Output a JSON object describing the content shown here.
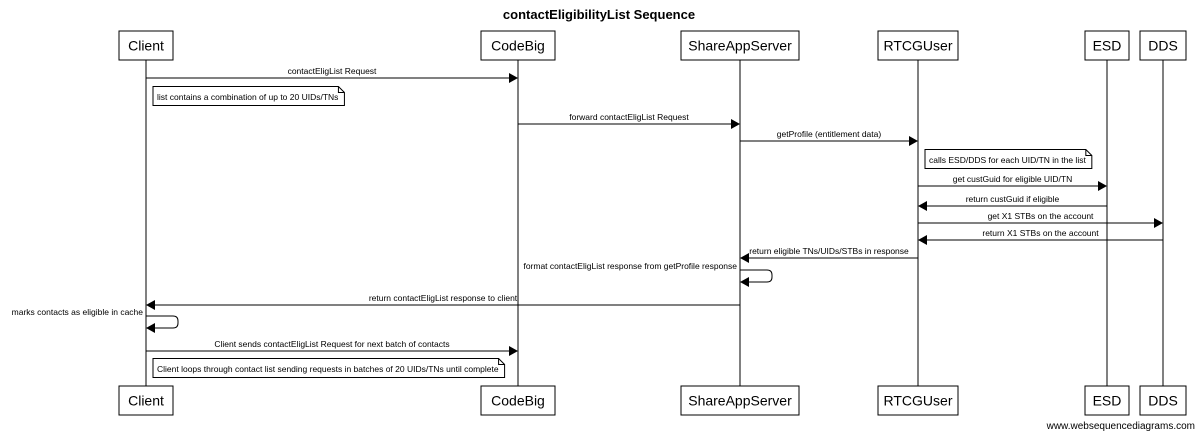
{
  "title": "contactEligibilityList Sequence",
  "actors": [
    {
      "id": "client",
      "label": "Client"
    },
    {
      "id": "codebig",
      "label": "CodeBig"
    },
    {
      "id": "shareapp",
      "label": "ShareAppServer"
    },
    {
      "id": "rtcg",
      "label": "RTCGUser"
    },
    {
      "id": "esd",
      "label": "ESD"
    },
    {
      "id": "dds",
      "label": "DDS"
    }
  ],
  "steps": [
    {
      "type": "message",
      "from": "client",
      "to": "codebig",
      "label": "contactEligList Request"
    },
    {
      "type": "note",
      "over": "client",
      "label": "list contains a combination of up to 20 UIDs/TNs"
    },
    {
      "type": "message",
      "from": "codebig",
      "to": "shareapp",
      "label": "forward contactEligList Request"
    },
    {
      "type": "message",
      "from": "shareapp",
      "to": "rtcg",
      "label": "getProfile (entitlement data)"
    },
    {
      "type": "note",
      "over": "rtcg",
      "label": "calls ESD/DDS for each UID/TN in the list"
    },
    {
      "type": "message",
      "from": "rtcg",
      "to": "esd",
      "label": "get custGuid for eligible UID/TN"
    },
    {
      "type": "message",
      "from": "esd",
      "to": "rtcg",
      "label": "return custGuid if eligible"
    },
    {
      "type": "message",
      "from": "rtcg",
      "to": "dds",
      "label": "get X1 STBs on the account"
    },
    {
      "type": "message",
      "from": "dds",
      "to": "rtcg",
      "label": "return X1 STBs on the account"
    },
    {
      "type": "message",
      "from": "rtcg",
      "to": "shareapp",
      "label": "return eligible TNs/UIDs/STBs in response"
    },
    {
      "type": "self",
      "actor": "shareapp",
      "label": "format contactEligList response from getProfile response"
    },
    {
      "type": "message",
      "from": "shareapp",
      "to": "client",
      "label": "return contactEligList response to client"
    },
    {
      "type": "self",
      "actor": "client",
      "label": "marks contacts as eligible in cache"
    },
    {
      "type": "message",
      "from": "client",
      "to": "codebig",
      "label": "Client sends contactEligList Request for next batch of contacts"
    },
    {
      "type": "note",
      "over": "client",
      "label": "Client loops through contact list sending requests in batches of 20 UIDs/TNs until complete"
    }
  ],
  "footer": "www.websequencediagrams.com"
}
